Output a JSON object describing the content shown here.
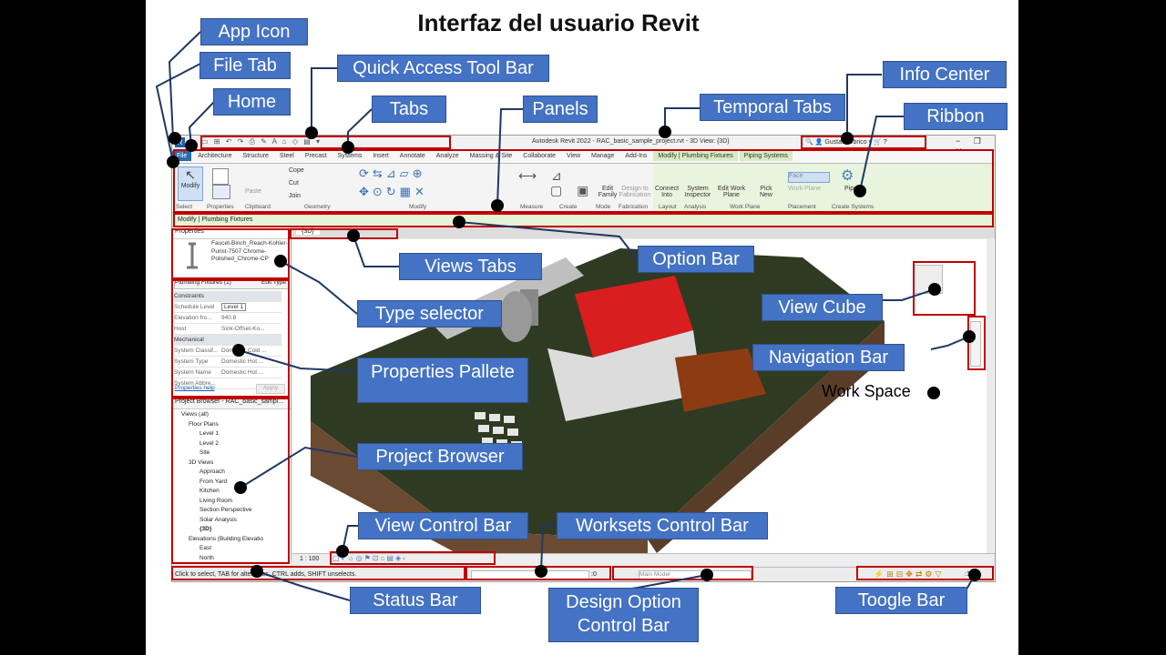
{
  "page_title": "Interfaz del usuario Revit",
  "revit": {
    "window_title": "Autodesk Revit 2022 - RAC_basic_sample_project.rvt - 3D View: {3D}",
    "user": "GustavoUbrico",
    "tabs": [
      "File",
      "Architecture",
      "Structure",
      "Steel",
      "Precast",
      "Systems",
      "Insert",
      "Annotate",
      "Analyze",
      "Massing & Site",
      "Collaborate",
      "View",
      "Manage",
      "Add-Ins",
      "Modify | Plumbing Fixtures",
      "Piping Systems"
    ],
    "panels": [
      "Select",
      "Properties",
      "Clipboard",
      "Geometry",
      "Modify",
      "Measure",
      "Create",
      "Mode",
      "Fabrication",
      "Layout",
      "Analysis",
      "Work Plane",
      "Placement",
      "Create Systems"
    ],
    "ribbon_buttons": [
      "Modify",
      "Paste",
      "Cope",
      "Cut",
      "Join",
      "Edit Family",
      "Design to Fabrication",
      "Connect Into",
      "System Inspector",
      "Edit Work Plane",
      "Pick New",
      "Face",
      "Work Plane",
      "Pipe"
    ],
    "option_bar": "Modify | Plumbing Fixtures",
    "properties": {
      "header": "Properties",
      "type_name": "Faucet-Binch_Reach-Kohler-Purist-7507 Chrome-Polished_Chrome-CP",
      "selector": "Plumbing Fixtures (1)",
      "edit_type": "Edit Type",
      "groups": [
        {
          "name": "Constraints",
          "rows": [
            [
              "Schedule Level",
              "Level 1"
            ],
            [
              "Elevation fro...",
              "940.8"
            ],
            [
              "Host",
              "Sink-Offset-Ko..."
            ]
          ]
        },
        {
          "name": "Mechanical",
          "rows": [
            [
              "System Classif...",
              "Domestic Cold ..."
            ],
            [
              "System Type",
              "Domestic Hot ..."
            ],
            [
              "System Name",
              "Domestic Hot ..."
            ],
            [
              "System Abbre...",
              ""
            ]
          ]
        }
      ],
      "help": "Properties help",
      "apply": "Apply"
    },
    "browser": {
      "header": "Project Browser - RAC_basic_sampl...",
      "items": [
        "Views (all)",
        "Floor Plans",
        "Level 1",
        "Level 2",
        "Site",
        "3D Views",
        "Approach",
        "From Yard",
        "Kitchen",
        "Living Room",
        "Section Perspective",
        "Solar Analysis",
        "{3D}",
        "Elevations (Building Elevatio",
        "East",
        "North"
      ]
    },
    "view_tab": "{3D}",
    "scale": "1 : 100",
    "status_text": "Click to select, TAB for alternates, CTRL adds, SHIFT unselects.",
    "workset_value": ":0",
    "design_option": "Main Model",
    "filter_count": ":1"
  },
  "callouts": {
    "app_icon": "App Icon",
    "file_tab": "File Tab",
    "home": "Home",
    "quick_access": "Quick Access Tool Bar",
    "tabs": "Tabs",
    "panels": "Panels",
    "temporal_tabs": "Temporal Tabs",
    "info_center": "Info Center",
    "ribbon": "Ribbon",
    "option_bar": "Option Bar",
    "views_tabs": "Views Tabs",
    "type_selector": "Type selector",
    "view_cube": "View Cube",
    "navigation_bar": "Navigation Bar",
    "properties_pallete": "Properties Pallete",
    "project_browser": "Project Browser",
    "view_control_bar": "View Control Bar",
    "worksets_control_bar": "Worksets Control Bar",
    "status_bar": "Status Bar",
    "design_option_bar": "Design Option Control Bar",
    "toogle_bar": "Toogle Bar"
  },
  "work_space": "Work Space",
  "colors": {
    "callout_bg": "#4472c4",
    "highlight": "#c00000",
    "ribbon_ctx": "#e7f3d6",
    "roof": "#d81e1e",
    "grass": "#2f3a22"
  }
}
